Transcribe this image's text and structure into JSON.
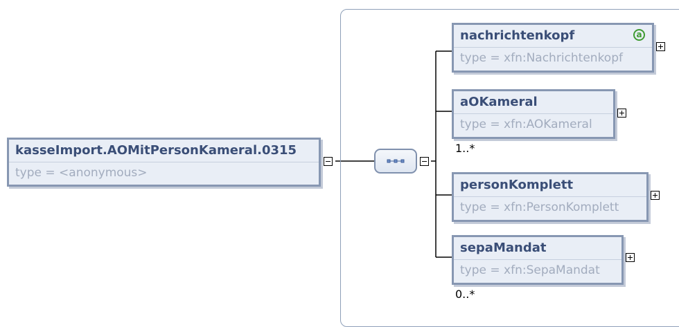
{
  "root": {
    "name": "kasseImport.AOMitPersonKameral.0315",
    "type": "type = <anonymous>"
  },
  "compositor": {
    "kind": "sequence",
    "icon_name": "sequence-dots-icon"
  },
  "children": [
    {
      "name": "nachrichtenkopf",
      "type": "type = xfn:Nachrichtenkopf",
      "has_attributes": true,
      "attribute_marker": "a",
      "occurrence": ""
    },
    {
      "name": "aOKameral",
      "type": "type = xfn:AOKameral",
      "has_attributes": false,
      "occurrence": "1..*"
    },
    {
      "name": "personKomplett",
      "type": "type = xfn:PersonKomplett",
      "has_attributes": false,
      "occurrence": ""
    },
    {
      "name": "sepaMandat",
      "type": "type = xfn:SepaMandat",
      "has_attributes": false,
      "occurrence": "0..*"
    }
  ],
  "colors": {
    "box_fill": "#e9eef6",
    "box_border": "#8797b2",
    "name_text": "#3a4e77",
    "type_text": "#a2acbe",
    "attribute_green": "#3f9b32"
  }
}
